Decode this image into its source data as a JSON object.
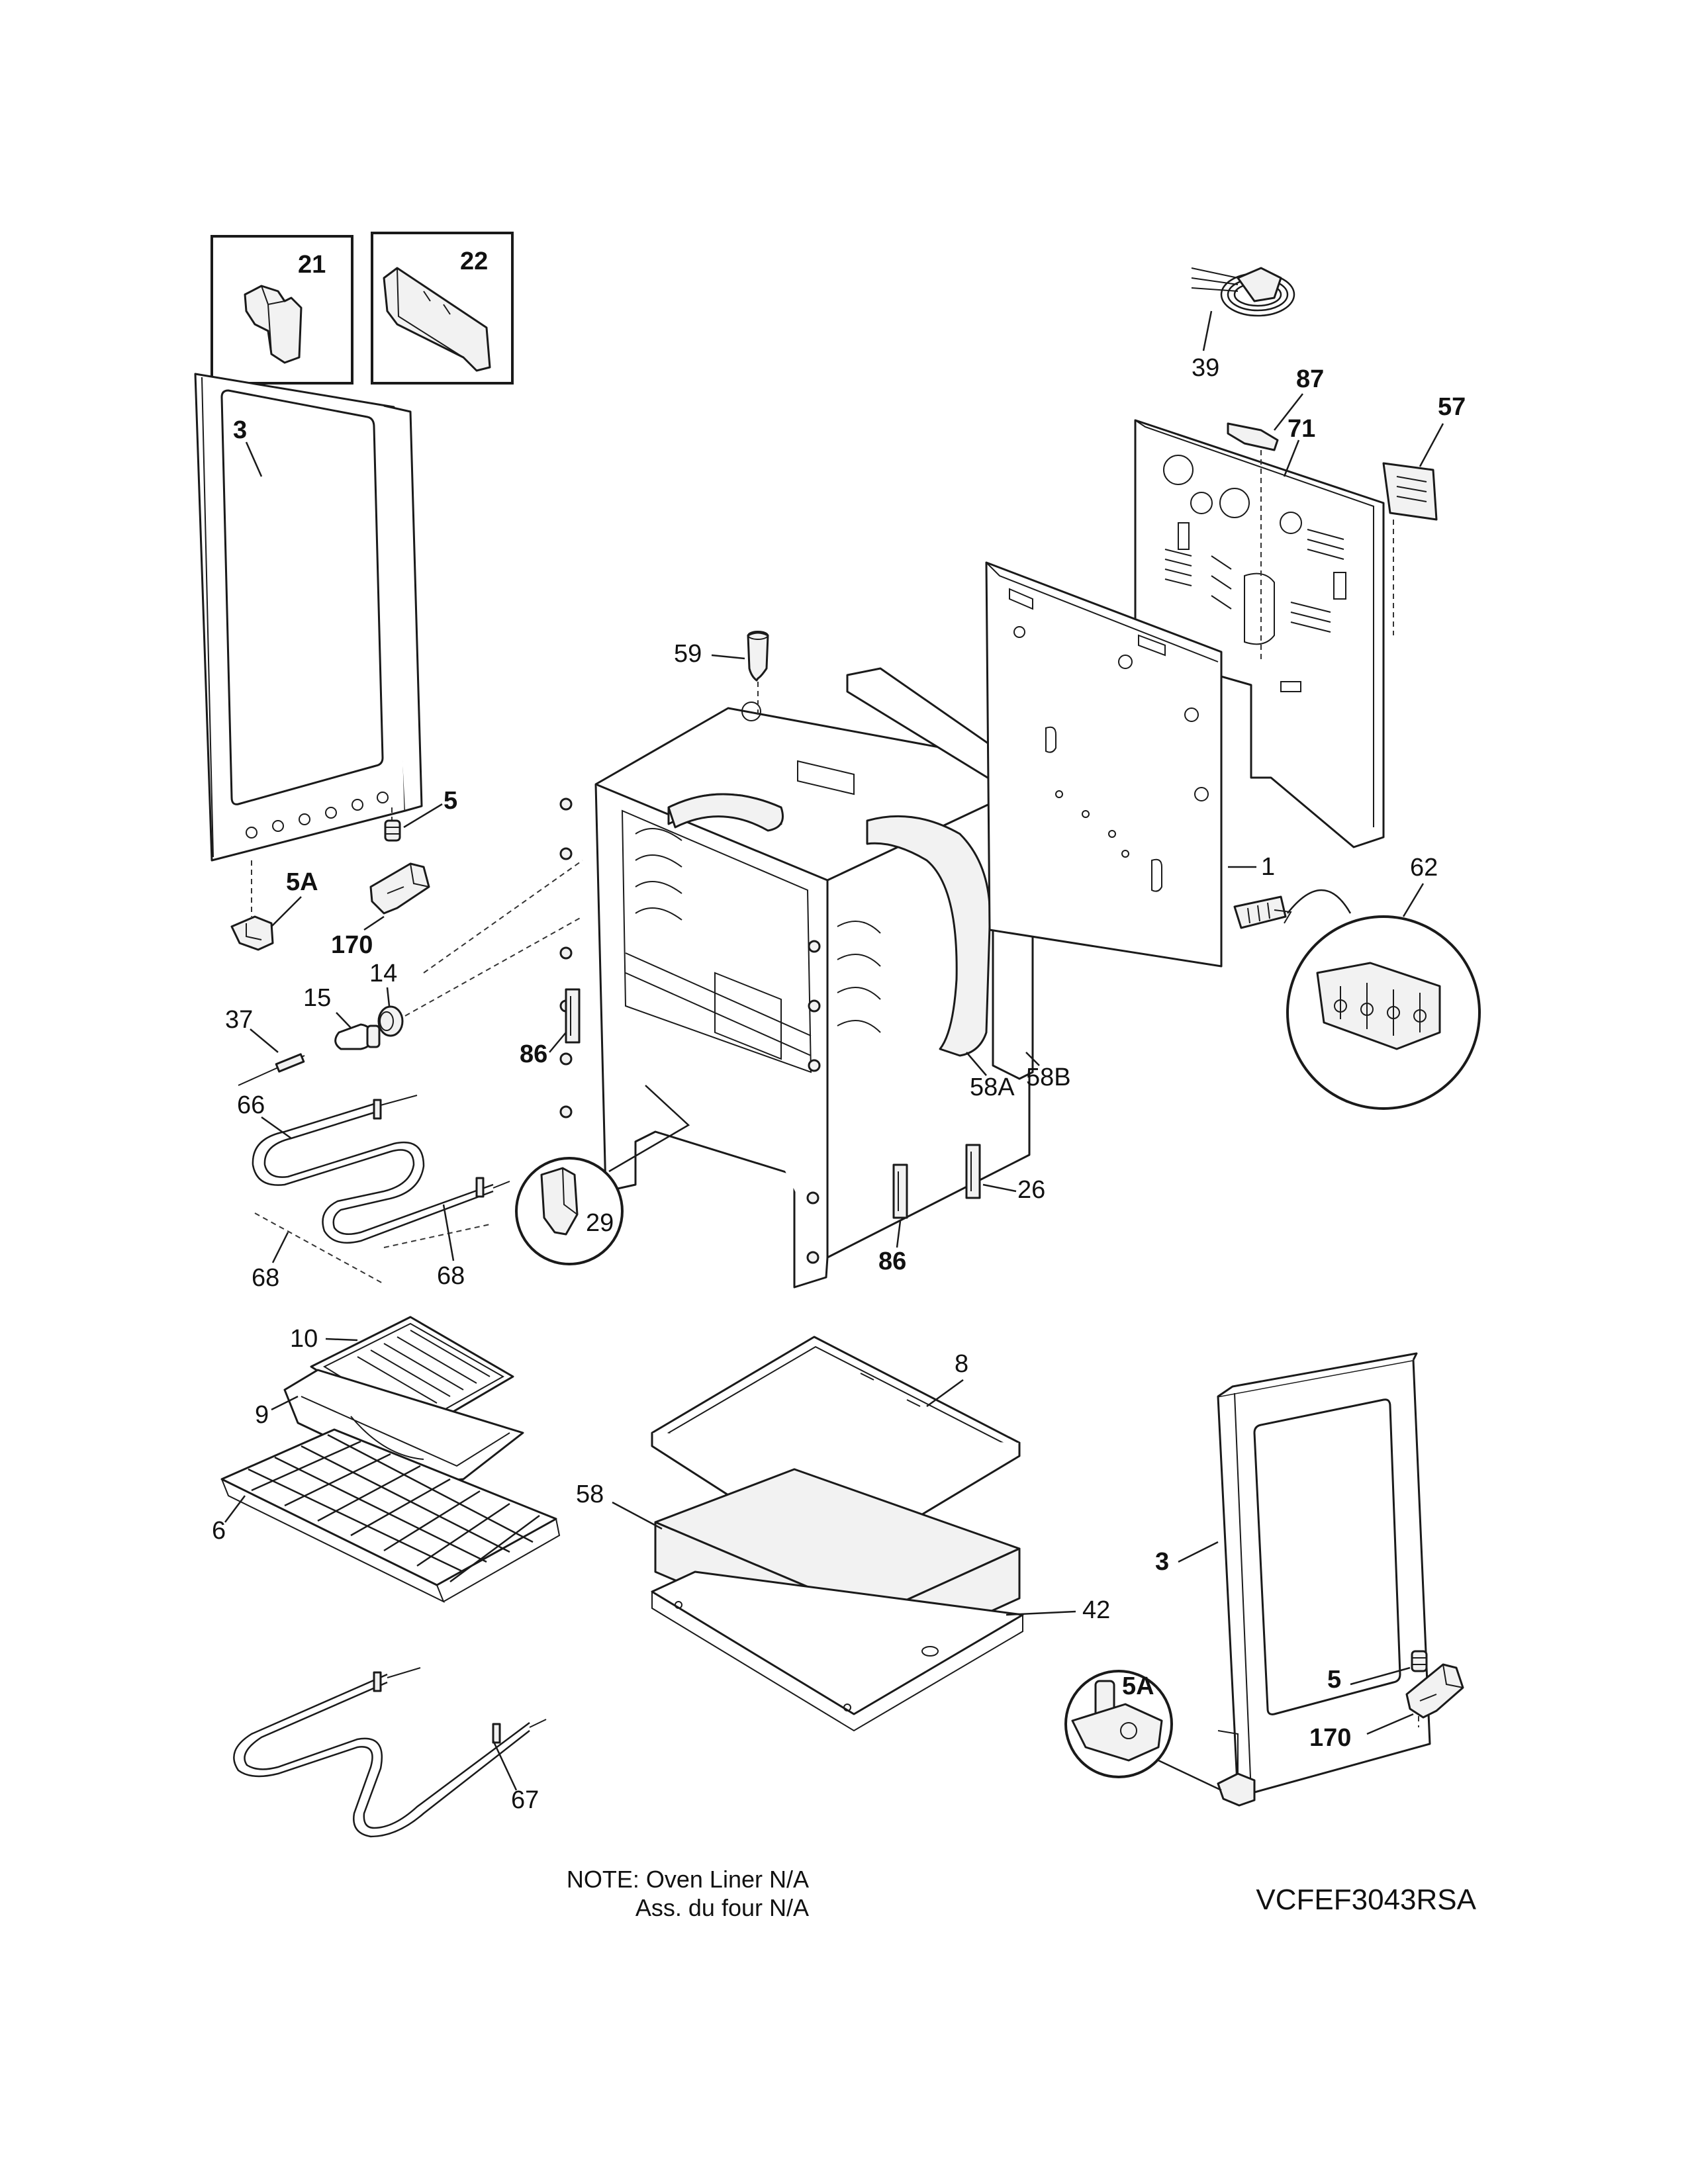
{
  "labels": {
    "l21": "21",
    "l22": "22",
    "l3a": "3",
    "l5a": "5",
    "l5A_a": "5A",
    "l170a": "170",
    "l15": "15",
    "l14": "14",
    "l37": "37",
    "l86a": "86",
    "l66": "66",
    "l68a": "68",
    "l68b": "68",
    "l29": "29",
    "l59": "59",
    "l58A": "58A",
    "l58B": "58B",
    "l86b": "86",
    "l26": "26",
    "l39": "39",
    "l87": "87",
    "l57": "57",
    "l71": "71",
    "l1": "1",
    "l62": "62",
    "l10": "10",
    "l9": "9",
    "l6": "6",
    "l8": "8",
    "l58": "58",
    "l42": "42",
    "l67": "67",
    "l3b": "3",
    "l5A_b": "5A",
    "l5b": "5",
    "l170b": "170"
  },
  "note": {
    "line1": "NOTE: Oven Liner N/A",
    "line2": "Ass. du four N/A"
  },
  "model_code": "VCFEF3043RSA",
  "icons": [
    "oven-door",
    "door-hinge",
    "oven-body",
    "back-panel",
    "rear-cover",
    "power-cord",
    "terminal-block",
    "broil-element",
    "bake-element",
    "oven-rack",
    "broiler-pan",
    "drawer",
    "lamp"
  ]
}
